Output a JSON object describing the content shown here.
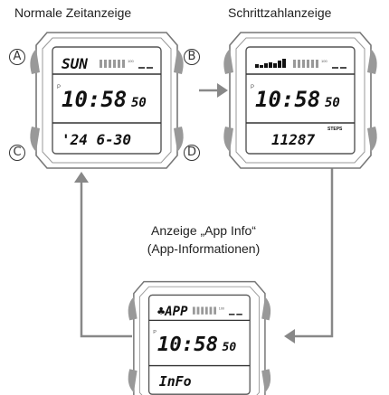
{
  "captions": {
    "normal": "Normale Zeitanzeige",
    "steps": "Schrittzahlanzeige",
    "appinfo_line1": "Anzeige „App Info“",
    "appinfo_line2": "(App-Informationen)"
  },
  "button_labels": {
    "a": "A",
    "b": "B",
    "c": "C",
    "d": "D"
  },
  "watch_normal": {
    "top": "SUN",
    "pm": "P",
    "time": "10:58",
    "seconds": "50",
    "bottom": "'24  6-30"
  },
  "watch_steps": {
    "pm": "P",
    "time": "10:58",
    "seconds": "50",
    "steps_label": "STEPS",
    "bottom": "11287"
  },
  "watch_app": {
    "top": "♣APP",
    "pm": "P",
    "time": "10:58",
    "seconds": "50",
    "bottom": "InFo"
  },
  "scale_label": "100"
}
